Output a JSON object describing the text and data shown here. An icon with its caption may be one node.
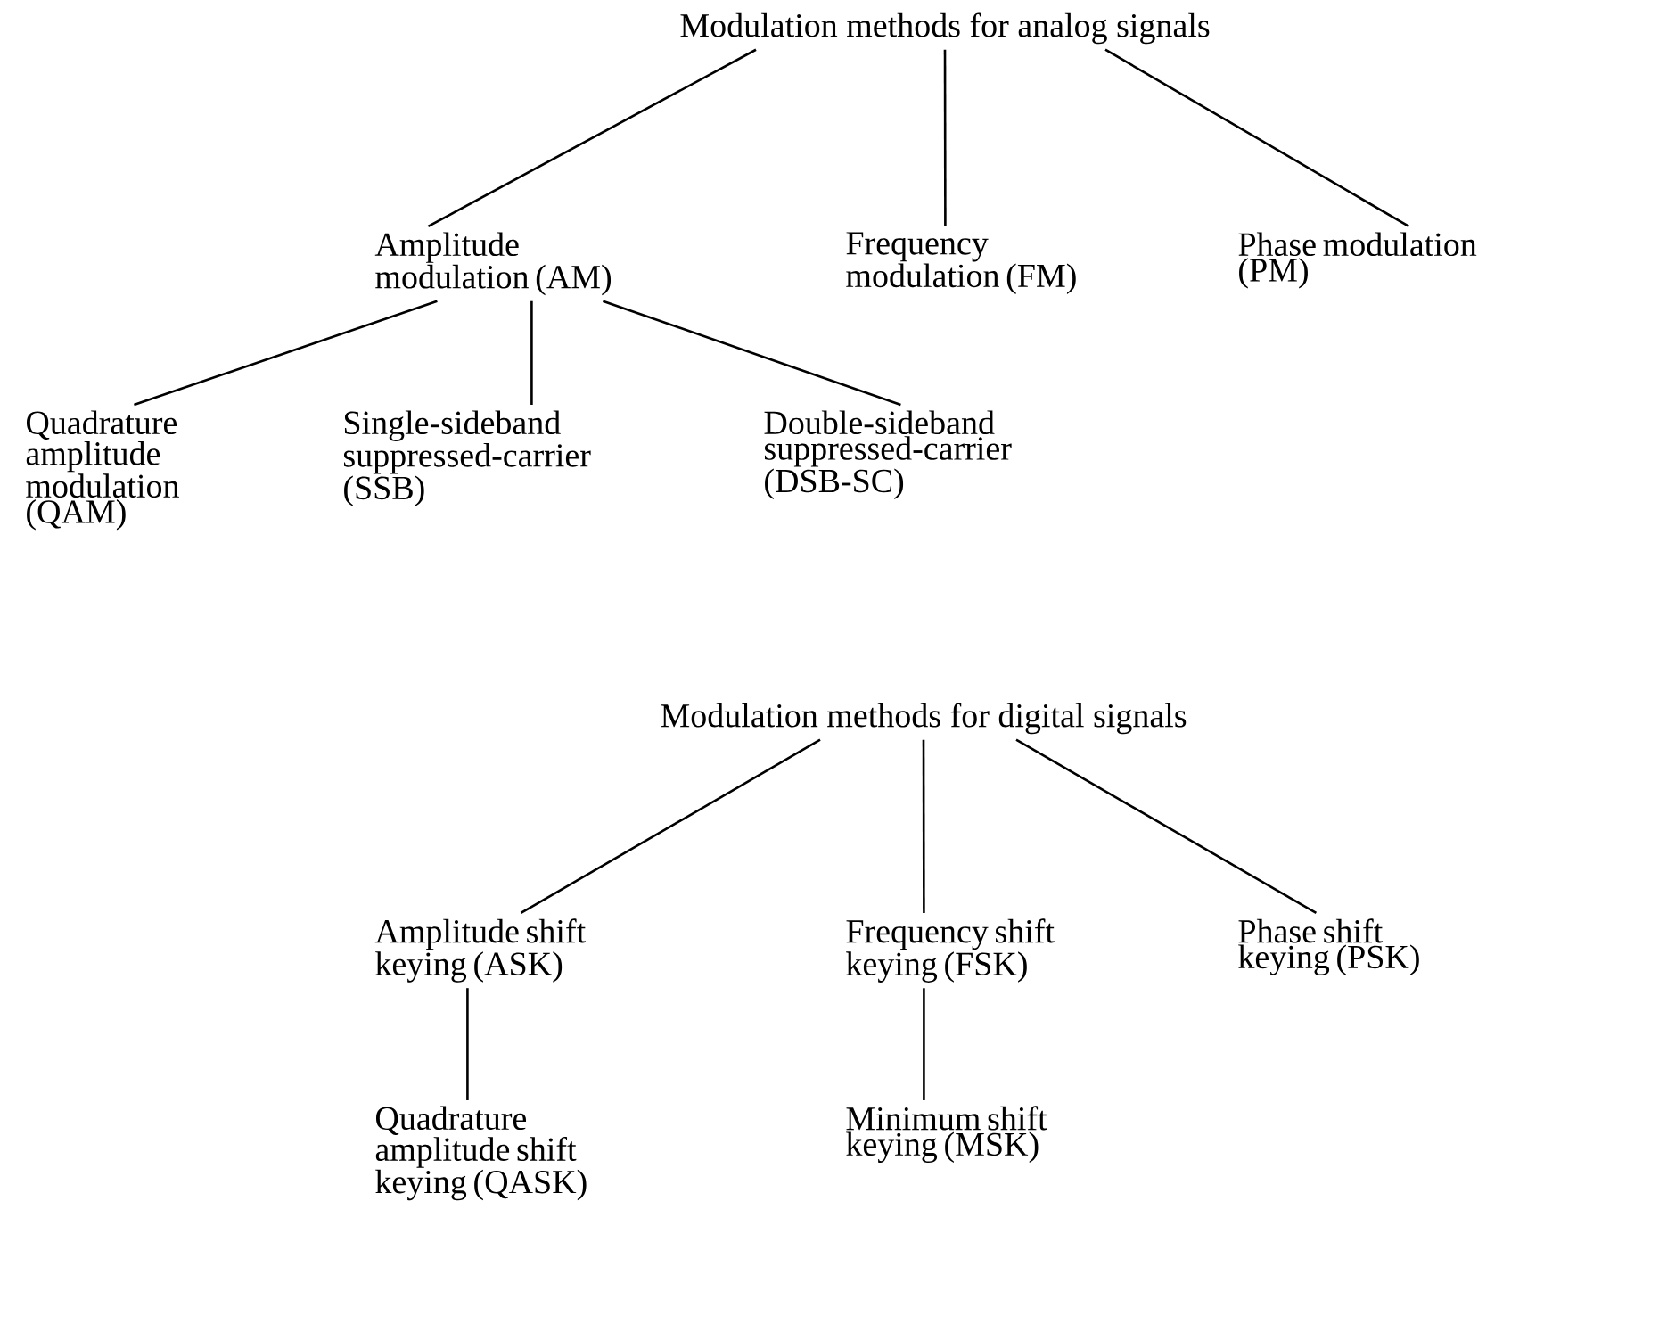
{
  "diagram": {
    "nodes": [
      {
        "text": [
          "Modulation methods for analog signals"
        ]
      },
      {
        "text": [
          "Amplitude modulation (AM)"
        ]
      },
      {
        "text": [
          "Frequency modulation (FM)"
        ]
      },
      {
        "text": [
          "Phase modulation (PM)"
        ]
      },
      {
        "text": [
          "Quadrature amplitude modulation (QAM)"
        ]
      },
      {
        "text": [
          "Single-sideband suppressed-carrier (SSB)"
        ]
      },
      {
        "text": [
          "Double-sideband suppressed-carrier (DSB-SC)"
        ]
      },
      {
        "text": [
          "Modulation methods for digital signals"
        ]
      },
      {
        "text": [
          "Amplitude shift keying (ASK)"
        ]
      },
      {
        "text": [
          "Frequency shift keying (FSK)"
        ]
      },
      {
        "text": [
          "Phase shift keying (PSK)"
        ]
      },
      {
        "text": [
          "Quadrature amplitude shift keying (QASK)"
        ]
      },
      {
        "text": [
          "Minimum shift keying (MSK)"
        ]
      }
    ],
    "edges": [
      {
        "from": 0,
        "to": 1,
        "arrow": "none"
      },
      {
        "from": 0,
        "to": 2,
        "arrow": "none"
      },
      {
        "from": 0,
        "to": 3,
        "arrow": "none"
      },
      {
        "from": 1,
        "to": 4,
        "arrow": "none"
      },
      {
        "from": 1,
        "to": 5,
        "arrow": "none"
      },
      {
        "from": 1,
        "to": 6,
        "arrow": "none"
      },
      {
        "from": 7,
        "to": 8,
        "arrow": "none"
      },
      {
        "from": 7,
        "to": 9,
        "arrow": "none"
      },
      {
        "from": 7,
        "to": 10,
        "arrow": "none"
      },
      {
        "from": 8,
        "to": 11,
        "arrow": "none"
      },
      {
        "from": 9,
        "to": 12,
        "arrow": "none"
      }
    ]
  }
}
